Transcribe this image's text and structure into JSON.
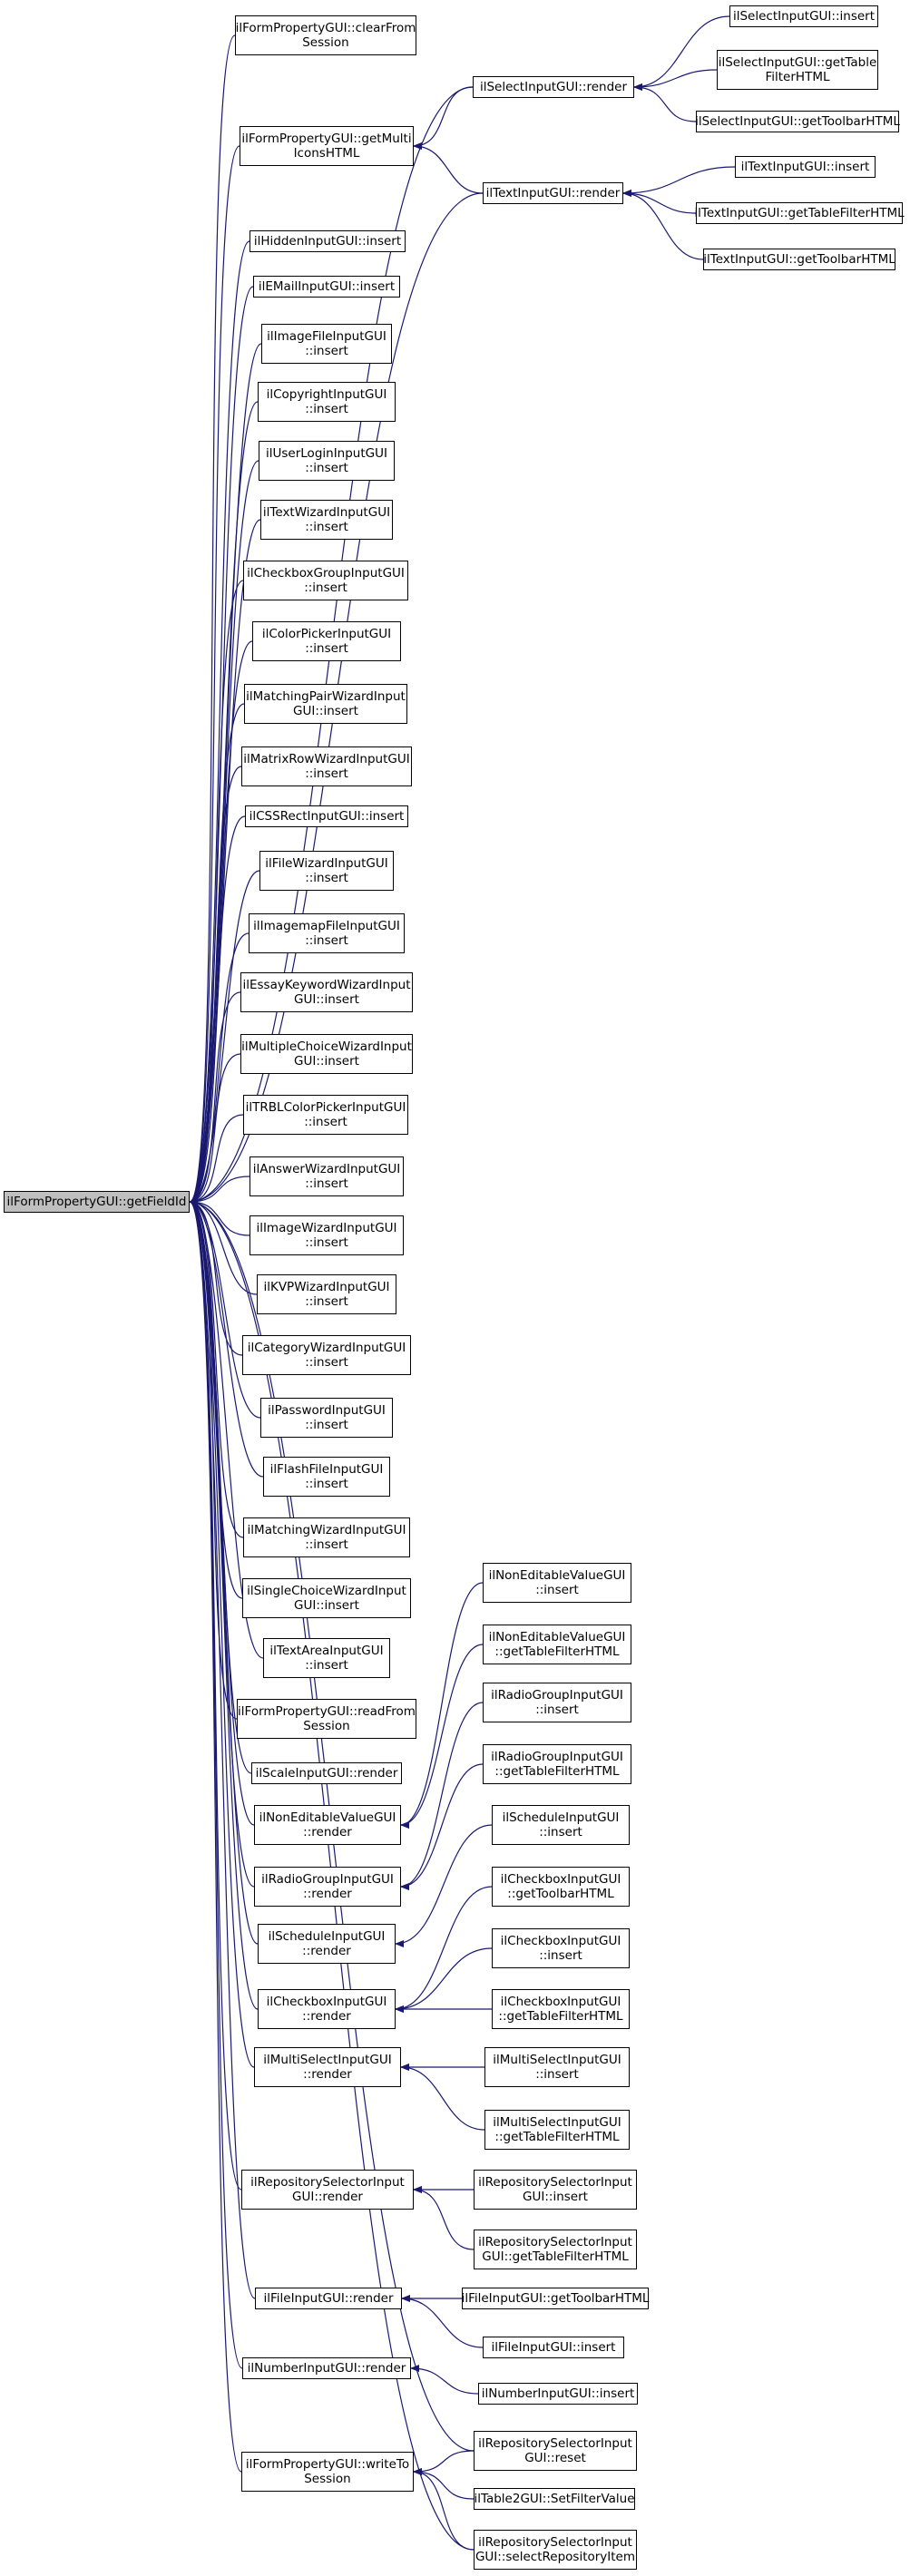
{
  "colors": {
    "edge": "#191970",
    "border": "#000000",
    "root_fill": "#bfbfbf",
    "node_fill": "#ffffff"
  },
  "nodes": [
    {
      "id": "root",
      "lines": [
        "ilFormPropertyGUI::getFieldId"
      ],
      "root": true
    },
    {
      "id": "clearFromSession",
      "lines": [
        "ilFormPropertyGUI::clearFrom",
        "Session"
      ]
    },
    {
      "id": "getMultiIconsHTML",
      "lines": [
        "ilFormPropertyGUI::getMulti",
        "IconsHTML"
      ]
    },
    {
      "id": "selectRender",
      "lines": [
        "ilSelectInputGUI::render"
      ]
    },
    {
      "id": "selectInsert",
      "lines": [
        "ilSelectInputGUI::insert"
      ]
    },
    {
      "id": "selectTableFilter",
      "lines": [
        "ilSelectInputGUI::getTable",
        "FilterHTML"
      ]
    },
    {
      "id": "selectToolbar",
      "lines": [
        "ilSelectInputGUI::getToolbarHTML"
      ]
    },
    {
      "id": "textRender",
      "lines": [
        "ilTextInputGUI::render"
      ]
    },
    {
      "id": "textInsert",
      "lines": [
        "ilTextInputGUI::insert"
      ]
    },
    {
      "id": "textTableFilter",
      "lines": [
        "ilTextInputGUI::getTableFilterHTML"
      ]
    },
    {
      "id": "textToolbar",
      "lines": [
        "ilTextInputGUI::getToolbarHTML"
      ]
    },
    {
      "id": "hiddenInsert",
      "lines": [
        "ilHiddenInputGUI::insert"
      ]
    },
    {
      "id": "emailInsert",
      "lines": [
        "ilEMailInputGUI::insert"
      ]
    },
    {
      "id": "imageFileInsert",
      "lines": [
        "ilImageFileInputGUI",
        "::insert"
      ]
    },
    {
      "id": "copyrightInsert",
      "lines": [
        "ilCopyrightInputGUI",
        "::insert"
      ]
    },
    {
      "id": "userLoginInsert",
      "lines": [
        "ilUserLoginInputGUI",
        "::insert"
      ]
    },
    {
      "id": "textWizardInsert",
      "lines": [
        "ilTextWizardInputGUI",
        "::insert"
      ]
    },
    {
      "id": "checkboxGroupInsert",
      "lines": [
        "ilCheckboxGroupInputGUI",
        "::insert"
      ]
    },
    {
      "id": "colorPickerInsert",
      "lines": [
        "ilColorPickerInputGUI",
        "::insert"
      ]
    },
    {
      "id": "matchingPairInsert",
      "lines": [
        "ilMatchingPairWizardInput",
        "GUI::insert"
      ]
    },
    {
      "id": "matrixRowInsert",
      "lines": [
        "ilMatrixRowWizardInputGUI",
        "::insert"
      ]
    },
    {
      "id": "cssRectInsert",
      "lines": [
        "ilCSSRectInputGUI::insert"
      ]
    },
    {
      "id": "fileWizardInsert",
      "lines": [
        "ilFileWizardInputGUI",
        "::insert"
      ]
    },
    {
      "id": "imagemapFileInsert",
      "lines": [
        "ilImagemapFileInputGUI",
        "::insert"
      ]
    },
    {
      "id": "essayKeywordInsert",
      "lines": [
        "ilEssayKeywordWizardInput",
        "GUI::insert"
      ]
    },
    {
      "id": "multipleChoiceInsert",
      "lines": [
        "ilMultipleChoiceWizardInput",
        "GUI::insert"
      ]
    },
    {
      "id": "trblColorInsert",
      "lines": [
        "ilTRBLColorPickerInputGUI",
        "::insert"
      ]
    },
    {
      "id": "answerWizardInsert",
      "lines": [
        "ilAnswerWizardInputGUI",
        "::insert"
      ]
    },
    {
      "id": "imageWizardInsert",
      "lines": [
        "ilImageWizardInputGUI",
        "::insert"
      ]
    },
    {
      "id": "kvpWizardInsert",
      "lines": [
        "ilKVPWizardInputGUI",
        "::insert"
      ]
    },
    {
      "id": "categoryWizardInsert",
      "lines": [
        "ilCategoryWizardInputGUI",
        "::insert"
      ]
    },
    {
      "id": "passwordInsert",
      "lines": [
        "ilPasswordInputGUI",
        "::insert"
      ]
    },
    {
      "id": "flashFileInsert",
      "lines": [
        "ilFlashFileInputGUI",
        "::insert"
      ]
    },
    {
      "id": "matchingWizardInsert",
      "lines": [
        "ilMatchingWizardInputGUI",
        "::insert"
      ]
    },
    {
      "id": "singleChoiceInsert",
      "lines": [
        "ilSingleChoiceWizardInput",
        "GUI::insert"
      ]
    },
    {
      "id": "textAreaInsert",
      "lines": [
        "ilTextAreaInputGUI",
        "::insert"
      ]
    },
    {
      "id": "readFromSession",
      "lines": [
        "ilFormPropertyGUI::readFrom",
        "Session"
      ]
    },
    {
      "id": "scaleRender",
      "lines": [
        "ilScaleInputGUI::render"
      ]
    },
    {
      "id": "nonEditableRender",
      "lines": [
        "ilNonEditableValueGUI",
        "::render"
      ]
    },
    {
      "id": "nonEditableInsert",
      "lines": [
        "ilNonEditableValueGUI",
        "::insert"
      ]
    },
    {
      "id": "nonEditableTableFilter",
      "lines": [
        "ilNonEditableValueGUI",
        "::getTableFilterHTML"
      ]
    },
    {
      "id": "radioGroupRender",
      "lines": [
        "ilRadioGroupInputGUI",
        "::render"
      ]
    },
    {
      "id": "radioGroupInsert",
      "lines": [
        "ilRadioGroupInputGUI",
        "::insert"
      ]
    },
    {
      "id": "radioGroupTableFilter",
      "lines": [
        "ilRadioGroupInputGUI",
        "::getTableFilterHTML"
      ]
    },
    {
      "id": "scheduleRender",
      "lines": [
        "ilScheduleInputGUI",
        "::render"
      ]
    },
    {
      "id": "scheduleInsert",
      "lines": [
        "ilScheduleInputGUI",
        "::insert"
      ]
    },
    {
      "id": "checkboxRender",
      "lines": [
        "ilCheckboxInputGUI",
        "::render"
      ]
    },
    {
      "id": "checkboxToolbar",
      "lines": [
        "ilCheckboxInputGUI",
        "::getToolbarHTML"
      ]
    },
    {
      "id": "checkboxInsert",
      "lines": [
        "ilCheckboxInputGUI",
        "::insert"
      ]
    },
    {
      "id": "checkboxTableFilter",
      "lines": [
        "ilCheckboxInputGUI",
        "::getTableFilterHTML"
      ]
    },
    {
      "id": "multiSelectRender",
      "lines": [
        "ilMultiSelectInputGUI",
        "::render"
      ]
    },
    {
      "id": "multiSelectInsert",
      "lines": [
        "ilMultiSelectInputGUI",
        "::insert"
      ]
    },
    {
      "id": "multiSelectTableFilter",
      "lines": [
        "ilMultiSelectInputGUI",
        "::getTableFilterHTML"
      ]
    },
    {
      "id": "repoSelectorRender",
      "lines": [
        "ilRepositorySelectorInput",
        "GUI::render"
      ]
    },
    {
      "id": "repoSelectorInsert",
      "lines": [
        "ilRepositorySelectorInput",
        "GUI::insert"
      ]
    },
    {
      "id": "repoSelectorTableFilter",
      "lines": [
        "ilRepositorySelectorInput",
        "GUI::getTableFilterHTML"
      ]
    },
    {
      "id": "fileRender",
      "lines": [
        "ilFileInputGUI::render"
      ]
    },
    {
      "id": "fileToolbar",
      "lines": [
        "ilFileInputGUI::getToolbarHTML"
      ]
    },
    {
      "id": "fileInsert",
      "lines": [
        "ilFileInputGUI::insert"
      ]
    },
    {
      "id": "numberRender",
      "lines": [
        "ilNumberInputGUI::render"
      ]
    },
    {
      "id": "numberInsert",
      "lines": [
        "ilNumberInputGUI::insert"
      ]
    },
    {
      "id": "writeToSession",
      "lines": [
        "ilFormPropertyGUI::writeTo",
        "Session"
      ]
    },
    {
      "id": "repoSelectorReset",
      "lines": [
        "ilRepositorySelectorInput",
        "GUI::reset"
      ]
    },
    {
      "id": "table2SetFilter",
      "lines": [
        "ilTable2GUI::SetFilterValue"
      ]
    },
    {
      "id": "repoSelectorSelectItem",
      "lines": [
        "ilRepositorySelectorInput",
        "GUI::selectRepositoryItem"
      ]
    }
  ],
  "edges": [
    [
      "clearFromSession",
      "root"
    ],
    [
      "getMultiIconsHTML",
      "root"
    ],
    [
      "selectRender",
      "root"
    ],
    [
      "textRender",
      "root"
    ],
    [
      "hiddenInsert",
      "root"
    ],
    [
      "emailInsert",
      "root"
    ],
    [
      "imageFileInsert",
      "root"
    ],
    [
      "copyrightInsert",
      "root"
    ],
    [
      "userLoginInsert",
      "root"
    ],
    [
      "textWizardInsert",
      "root"
    ],
    [
      "checkboxGroupInsert",
      "root"
    ],
    [
      "colorPickerInsert",
      "root"
    ],
    [
      "matchingPairInsert",
      "root"
    ],
    [
      "matrixRowInsert",
      "root"
    ],
    [
      "cssRectInsert",
      "root"
    ],
    [
      "fileWizardInsert",
      "root"
    ],
    [
      "imagemapFileInsert",
      "root"
    ],
    [
      "essayKeywordInsert",
      "root"
    ],
    [
      "multipleChoiceInsert",
      "root"
    ],
    [
      "trblColorInsert",
      "root"
    ],
    [
      "answerWizardInsert",
      "root"
    ],
    [
      "imageWizardInsert",
      "root"
    ],
    [
      "kvpWizardInsert",
      "root"
    ],
    [
      "categoryWizardInsert",
      "root"
    ],
    [
      "passwordInsert",
      "root"
    ],
    [
      "flashFileInsert",
      "root"
    ],
    [
      "matchingWizardInsert",
      "root"
    ],
    [
      "singleChoiceInsert",
      "root"
    ],
    [
      "textAreaInsert",
      "root"
    ],
    [
      "readFromSession",
      "root"
    ],
    [
      "scaleRender",
      "root"
    ],
    [
      "nonEditableRender",
      "root"
    ],
    [
      "radioGroupRender",
      "root"
    ],
    [
      "scheduleRender",
      "root"
    ],
    [
      "checkboxRender",
      "root"
    ],
    [
      "multiSelectRender",
      "root"
    ],
    [
      "repoSelectorRender",
      "root"
    ],
    [
      "fileRender",
      "root"
    ],
    [
      "numberRender",
      "root"
    ],
    [
      "writeToSession",
      "root"
    ],
    [
      "repoSelectorReset",
      "root"
    ],
    [
      "repoSelectorSelectItem",
      "root"
    ],
    [
      "selectRender",
      "getMultiIconsHTML"
    ],
    [
      "textRender",
      "getMultiIconsHTML"
    ],
    [
      "selectInsert",
      "selectRender"
    ],
    [
      "selectTableFilter",
      "selectRender"
    ],
    [
      "selectToolbar",
      "selectRender"
    ],
    [
      "textInsert",
      "textRender"
    ],
    [
      "textTableFilter",
      "textRender"
    ],
    [
      "textToolbar",
      "textRender"
    ],
    [
      "nonEditableInsert",
      "nonEditableRender"
    ],
    [
      "nonEditableTableFilter",
      "nonEditableRender"
    ],
    [
      "radioGroupInsert",
      "radioGroupRender"
    ],
    [
      "radioGroupTableFilter",
      "radioGroupRender"
    ],
    [
      "scheduleInsert",
      "scheduleRender"
    ],
    [
      "checkboxToolbar",
      "checkboxRender"
    ],
    [
      "checkboxInsert",
      "checkboxRender"
    ],
    [
      "checkboxTableFilter",
      "checkboxRender"
    ],
    [
      "multiSelectInsert",
      "multiSelectRender"
    ],
    [
      "multiSelectTableFilter",
      "multiSelectRender"
    ],
    [
      "repoSelectorInsert",
      "repoSelectorRender"
    ],
    [
      "repoSelectorTableFilter",
      "repoSelectorRender"
    ],
    [
      "fileToolbar",
      "fileRender"
    ],
    [
      "fileInsert",
      "fileRender"
    ],
    [
      "numberInsert",
      "numberRender"
    ],
    [
      "repoSelectorReset",
      "writeToSession"
    ],
    [
      "table2SetFilter",
      "writeToSession"
    ],
    [
      "repoSelectorSelectItem",
      "writeToSession"
    ]
  ]
}
